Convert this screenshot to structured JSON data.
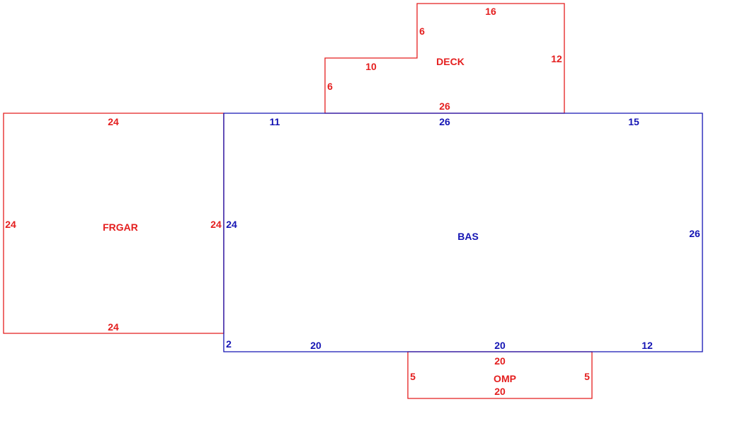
{
  "colors": {
    "red": "#e41e1e",
    "blue": "#1414b4"
  },
  "areas": {
    "frgar": {
      "name": "FRGAR",
      "top": "24",
      "left": "24",
      "right": "24",
      "bottom": "24"
    },
    "deck": {
      "name": "DECK",
      "top": "16",
      "right": "12",
      "step_vertical": "6",
      "step_horizontal": "10",
      "left": "6",
      "bottom": "26"
    },
    "bas": {
      "name": "BAS",
      "top_left": "11",
      "top_middle": "26",
      "top_right": "15",
      "left": "24",
      "right": "26",
      "bottom_left_step": "2",
      "bottom_left": "20",
      "bottom_middle": "20",
      "bottom_right": "12"
    },
    "omp": {
      "name": "OMP",
      "top": "20",
      "left": "5",
      "right": "5",
      "bottom": "20"
    }
  }
}
